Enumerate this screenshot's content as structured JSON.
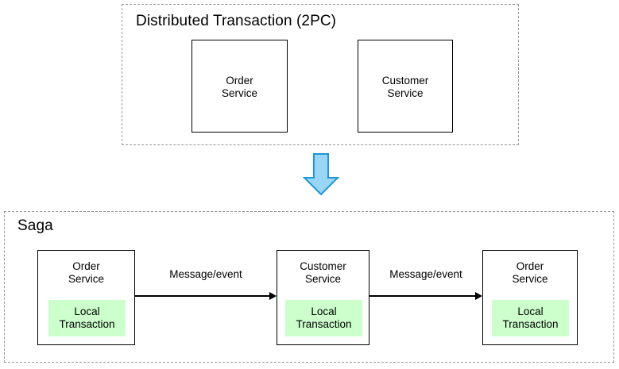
{
  "diagram": {
    "title_2pc": "Distributed Transaction (2PC)",
    "title_saga": "Saga",
    "transition_icon": "down-arrow-icon",
    "colors": {
      "local_transaction_fill": "#ccffcc",
      "arrow_fill": "#99d6f5",
      "arrow_stroke": "#2196d6",
      "box_stroke": "#000000",
      "group_stroke": "#999999"
    }
  },
  "two_pc": {
    "label": "Distributed Transaction (2PC)",
    "services": [
      {
        "name": "Order Service",
        "line1": "Order",
        "line2": "Service"
      },
      {
        "name": "Customer Service",
        "line1": "Customer",
        "line2": "Service"
      }
    ]
  },
  "saga": {
    "label": "Saga",
    "services": [
      {
        "name": "Order Service",
        "line1": "Order",
        "line2": "Service",
        "local_transaction": "Local\nTransaction"
      },
      {
        "name": "Customer Service",
        "line1": "Customer",
        "line2": "Service",
        "local_transaction": "Local\nTransaction"
      },
      {
        "name": "Order Service",
        "line1": "Order",
        "line2": "Service",
        "local_transaction": "Local\nTransaction"
      }
    ],
    "connectors": [
      {
        "label": "Message/event"
      },
      {
        "label": "Message/event"
      }
    ]
  }
}
